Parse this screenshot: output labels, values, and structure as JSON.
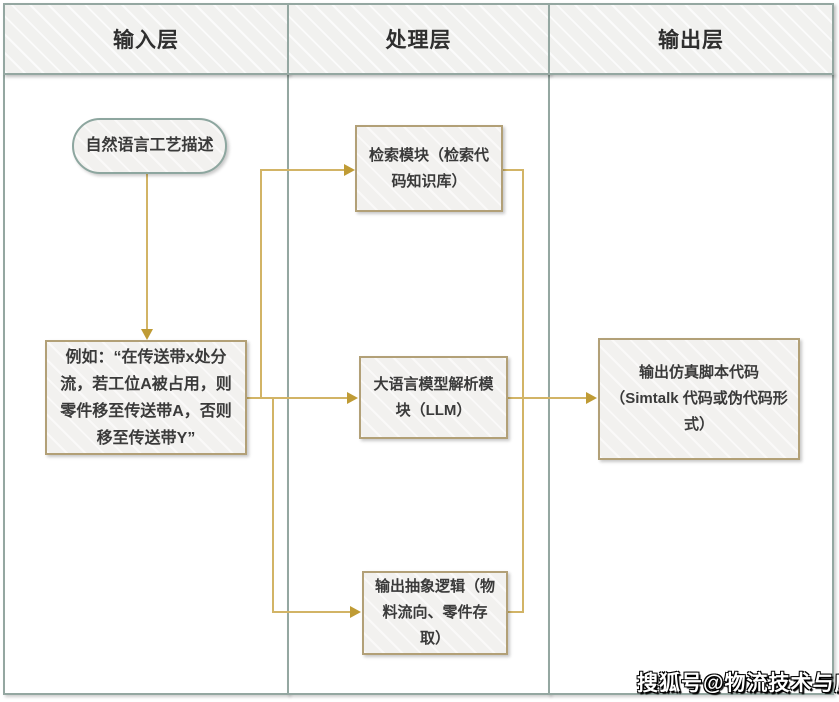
{
  "diagram": {
    "type": "swimlane-flowchart",
    "lanes": [
      {
        "id": "input",
        "title": "输入层"
      },
      {
        "id": "process",
        "title": "处理层"
      },
      {
        "id": "output",
        "title": "输出层"
      }
    ],
    "nodes": {
      "nl_description": {
        "shape": "terminator",
        "lane": "input",
        "label": "自然语言工艺描述"
      },
      "example": {
        "shape": "process",
        "lane": "input",
        "label": "例如：“在传送带x处分流，若工位A被占用，则零件移至传送带A，否则移至传送带Y”"
      },
      "retrieval": {
        "shape": "process",
        "lane": "process",
        "label": "检索模块（检索代码知识库）"
      },
      "llm": {
        "shape": "process",
        "lane": "process",
        "label": "大语言模型解析模块（LLM）"
      },
      "abstract_logic": {
        "shape": "process",
        "lane": "process",
        "label": "输出抽象逻辑（物料流向、零件存取）"
      },
      "sim_code": {
        "shape": "process",
        "lane": "output",
        "label": "输出仿真脚本代码（Simtalk 代码或伪代码形式）"
      }
    },
    "edges": [
      {
        "from": "nl_description",
        "to": "example"
      },
      {
        "from": "example",
        "to": "retrieval"
      },
      {
        "from": "example",
        "to": "llm"
      },
      {
        "from": "example",
        "to": "abstract_logic"
      },
      {
        "from": "retrieval",
        "to": "sim_code"
      },
      {
        "from": "llm",
        "to": "sim_code"
      },
      {
        "from": "abstract_logic",
        "to": "sim_code"
      }
    ]
  },
  "colors": {
    "lane_border": "#94a7a1",
    "lane_header_fill": "#f1f1ef",
    "node_fill": "#f2f1ef",
    "node_border": "#b2a077",
    "terminator_border": "#8da69f",
    "connector_line": "#d2b466",
    "arrowhead": "#bf9b35",
    "text": "#3a3a3a"
  },
  "watermark": {
    "text": "搜狐号@物流技术与应用"
  }
}
